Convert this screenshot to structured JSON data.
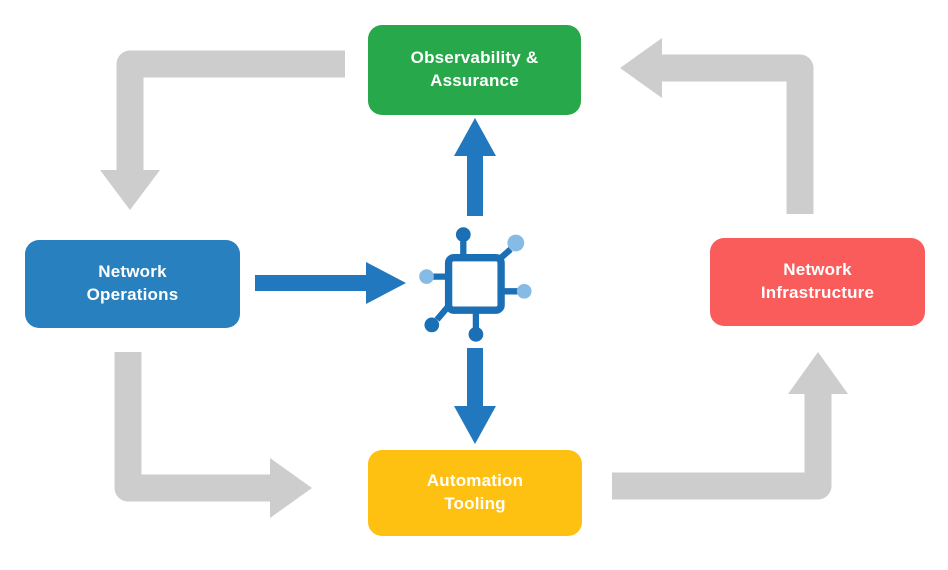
{
  "colors": {
    "cycle_arrow": "#cdcdcd",
    "flow_arrow": "#2178be",
    "icon_dark": "#1b6fb5",
    "icon_light": "#85bbe4"
  },
  "diagram": {
    "title": "",
    "nodes": {
      "observability": {
        "label": "Observability & Assurance",
        "color": "#27a84a"
      },
      "operations": {
        "label": "Network Operations",
        "color": "#2980be"
      },
      "infrastructure": {
        "label": "Network Infrastructure",
        "color": "#fa5b5b"
      },
      "automation": {
        "label": "Automation Tooling",
        "color": "#fec011"
      }
    },
    "center_icon": "network-node-icon",
    "arrows": [
      {
        "from": "observability",
        "to": "operations",
        "style": "cycle"
      },
      {
        "from": "operations",
        "to": "automation",
        "style": "cycle"
      },
      {
        "from": "automation",
        "to": "infrastructure",
        "style": "cycle"
      },
      {
        "from": "infrastructure",
        "to": "observability",
        "style": "cycle"
      },
      {
        "from": "operations",
        "to": "center",
        "style": "flow"
      },
      {
        "from": "center",
        "to": "observability",
        "style": "flow"
      },
      {
        "from": "center",
        "to": "automation",
        "style": "flow"
      }
    ]
  }
}
